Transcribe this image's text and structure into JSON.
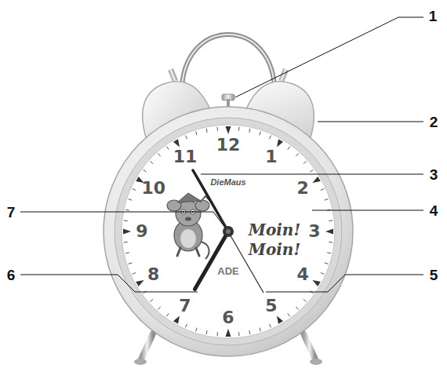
{
  "diagram": {
    "labels": [
      "1",
      "2",
      "3",
      "4",
      "5",
      "6",
      "7",
      "12",
      "1",
      "2",
      "3",
      "4",
      "5",
      "6",
      "7",
      "8",
      "9",
      "10",
      "11",
      "DieMaus",
      "Moin!",
      "Moin!",
      "ADE"
    ]
  }
}
